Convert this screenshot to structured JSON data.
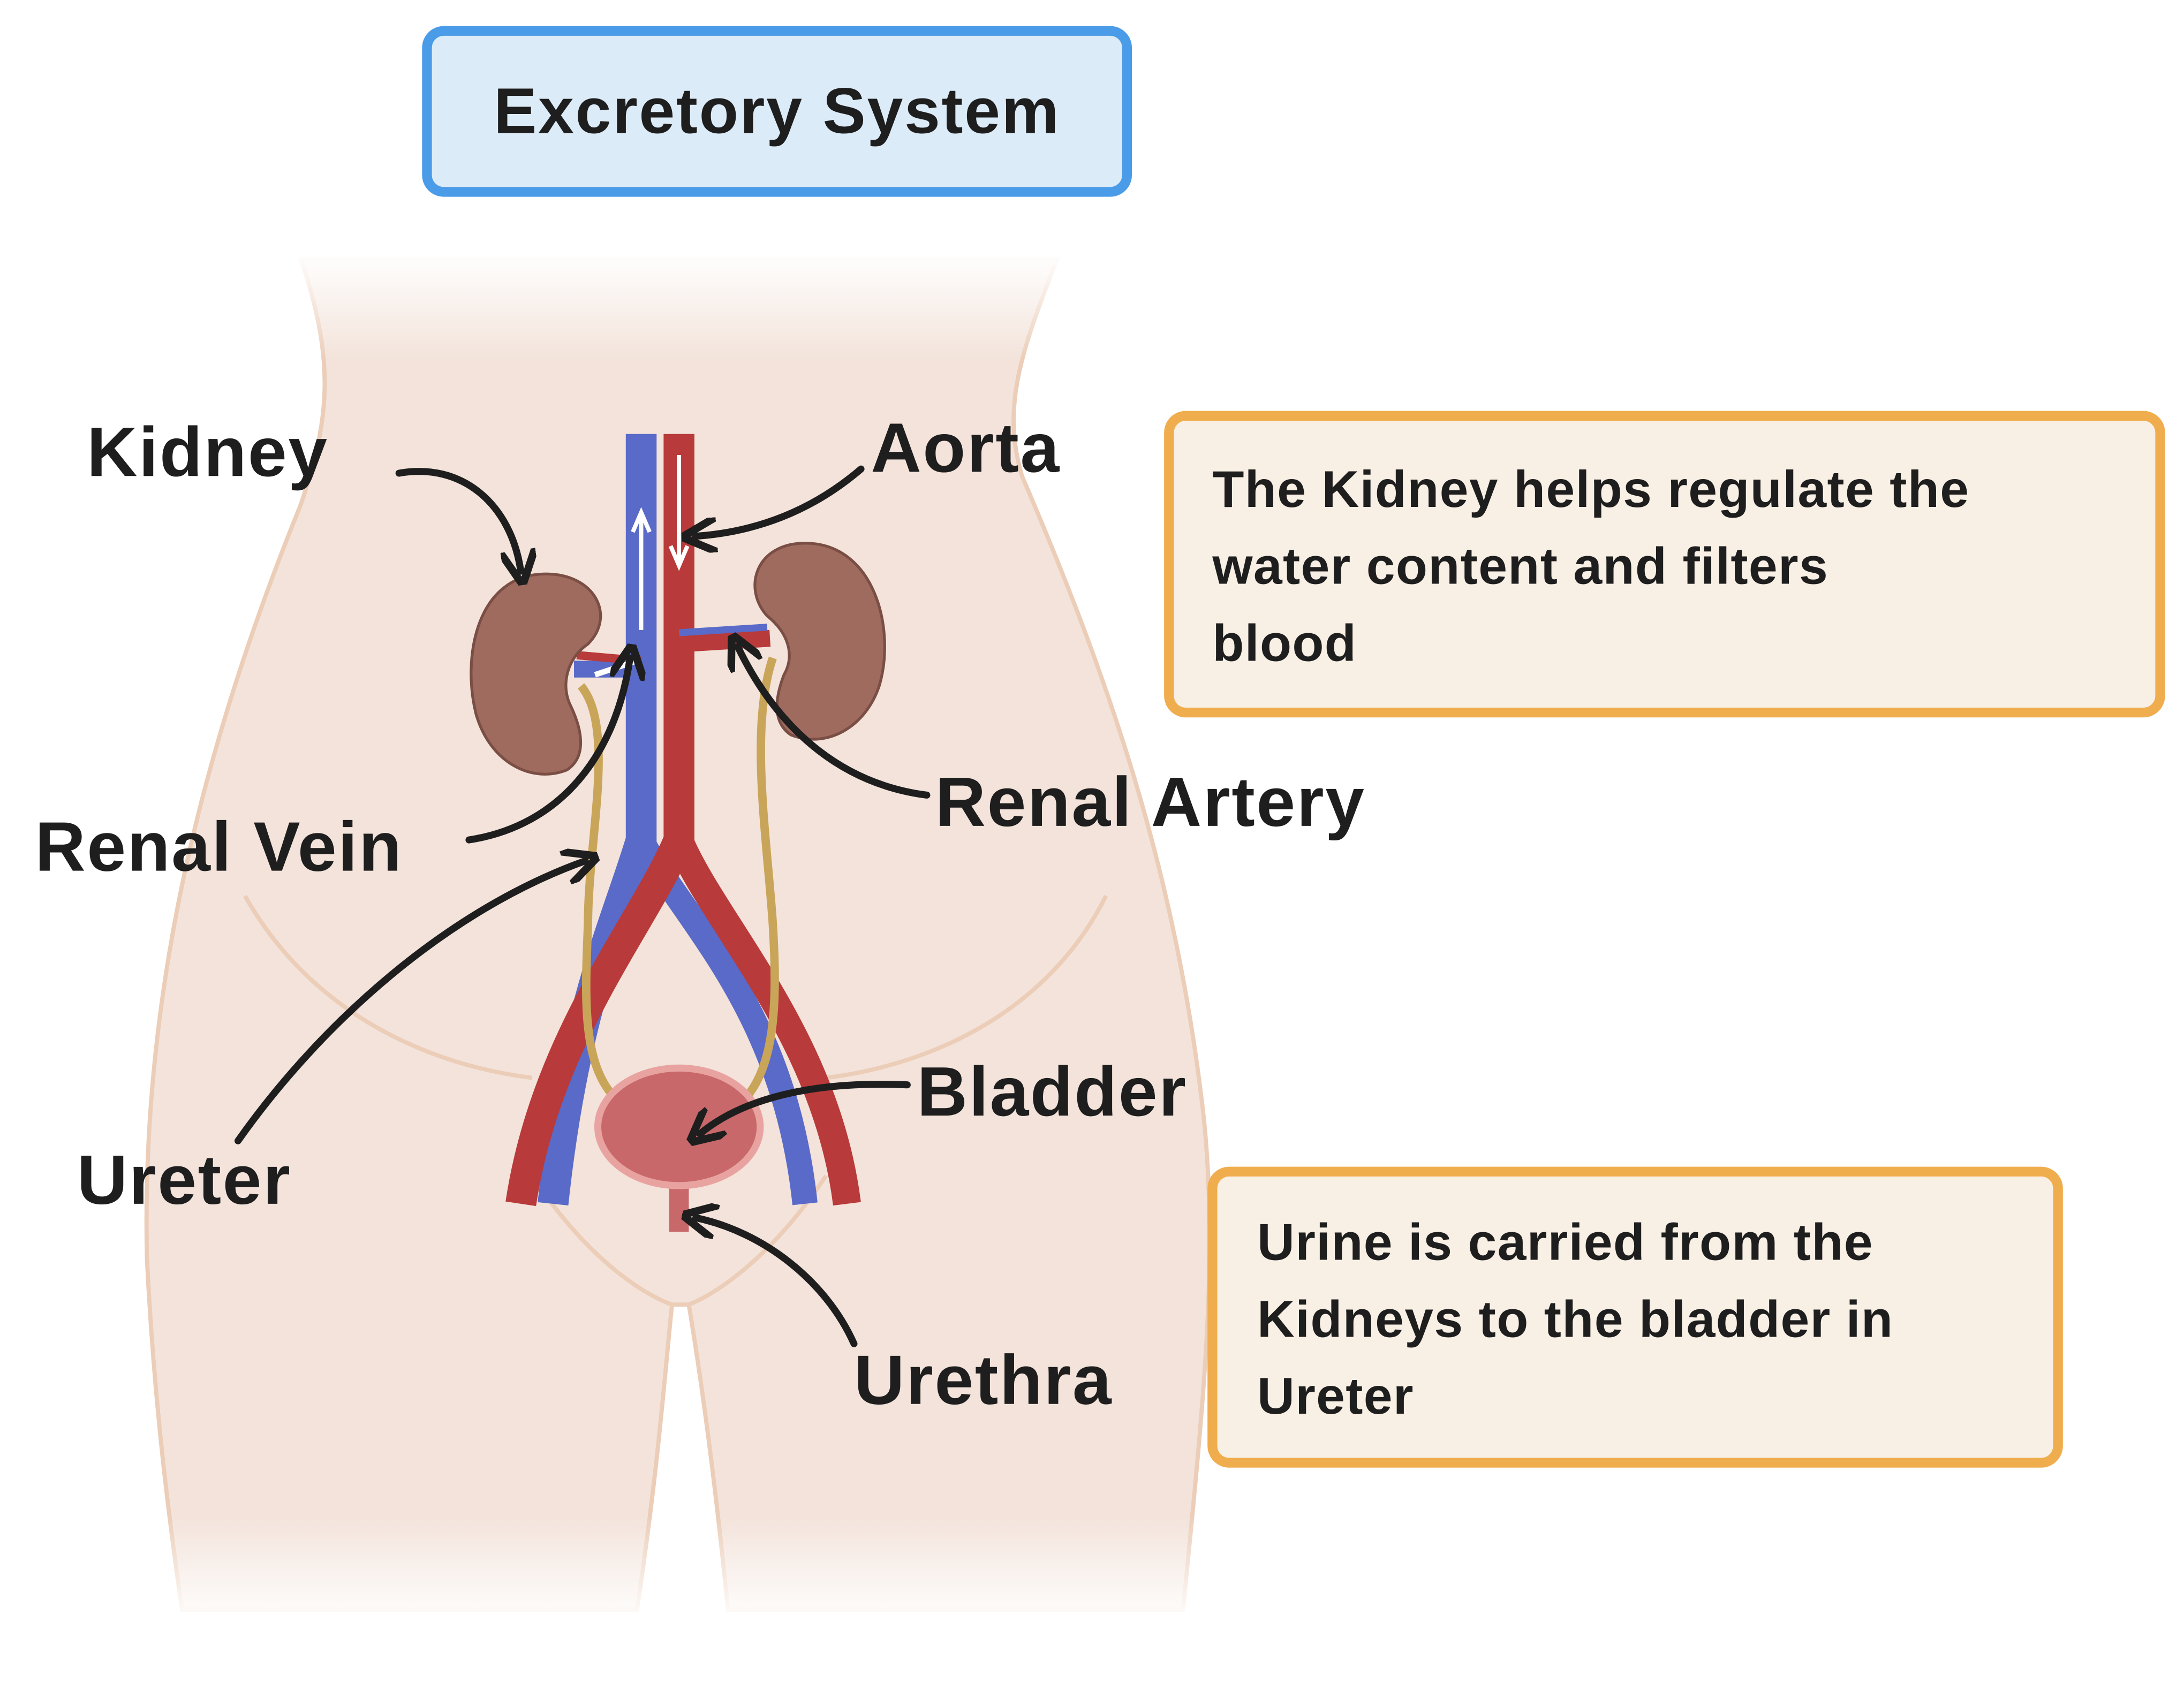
{
  "title": "Excretory System",
  "labels": {
    "kidney": "Kidney",
    "aorta": "Aorta",
    "renal_artery": "Renal Artery",
    "renal_vein": "Renal Vein",
    "ureter": "Ureter",
    "bladder": "Bladder",
    "urethra": "Urethra"
  },
  "info_boxes": [
    {
      "lines": [
        "The Kidney helps regulate the",
        "water content and filters",
        "blood"
      ]
    },
    {
      "lines": [
        "Urine is carried from the",
        "Kidneys to the bladder in",
        "Ureter"
      ]
    }
  ],
  "colors": {
    "title_fill": "#dcebf8",
    "title_border": "#4a9be8",
    "info_fill": "#f8efe5",
    "info_border": "#f0ad4e",
    "skin": "#f3e3da",
    "artery": "#b83a3a",
    "vein": "#5a6ac8",
    "kidney": "#9e6b5e",
    "ureter": "#c9a55a",
    "bladder": "#c9686a"
  }
}
